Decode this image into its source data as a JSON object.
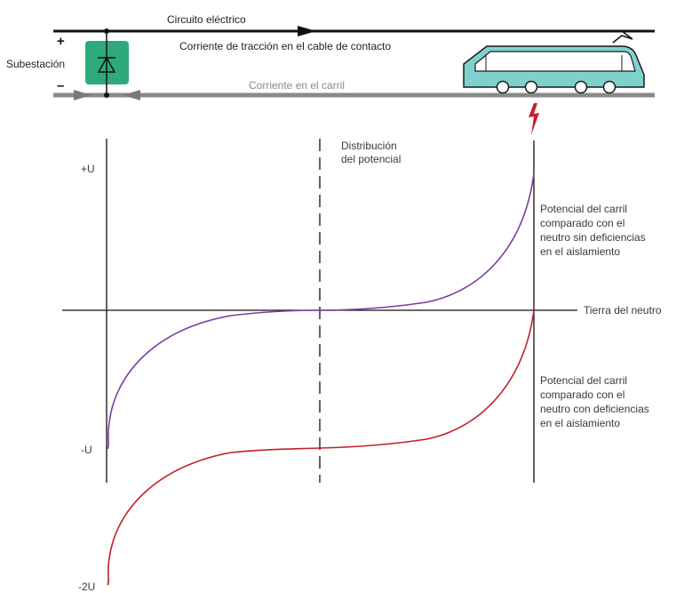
{
  "top": {
    "circuit_label": "Circuito eléctrico",
    "traction_label": "Corriente de tracción en el cable de contacto",
    "rail_current_label": "Corriente en el carril",
    "substation_label": "Subestación",
    "plus_sign": "+",
    "minus_sign": "–"
  },
  "axes": {
    "y_top_label": "+U",
    "y_minus_label": "-U",
    "y_minus2_label": "-2U",
    "neutral_label": "Tierra del neutro",
    "distribution_label": [
      "Distribución",
      "del potencial"
    ]
  },
  "curves": {
    "healthy": {
      "label": [
        "Potencial del carril",
        "comparado con el",
        "neutro sin deficiencias",
        "en el aislamiento"
      ],
      "color": "#7b3fa0"
    },
    "faulty": {
      "label": [
        "Potencial del carril",
        "comparado con el",
        "neutro con deficiencias",
        "en el aislamiento"
      ],
      "color": "#c0202e"
    }
  },
  "colors": {
    "substation": "#2eaa7a",
    "train_body": "#7fd1cc",
    "rail": "#8a8a8a",
    "fault_bolt": "#c0202e"
  },
  "icons": {
    "substation": "diode-icon",
    "train": "tram-icon",
    "fault": "lightning-bolt-icon"
  }
}
